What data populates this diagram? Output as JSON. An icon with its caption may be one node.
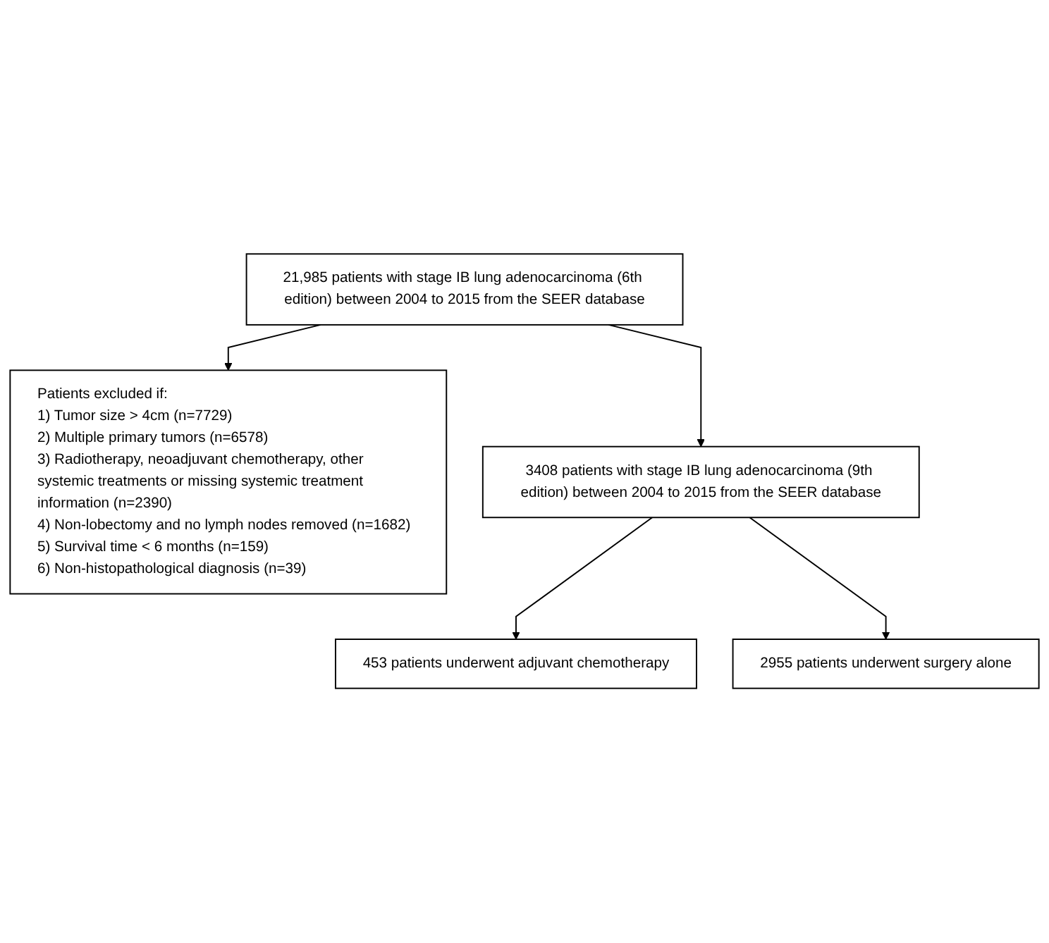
{
  "diagram": {
    "nodes": [
      {
        "text": [
          "21,985 patients with stage IB lung adenocarcinoma (6th edition) between 2004 to 2015 from the SEER database"
        ]
      },
      {
        "text": [
          "Patients excluded if:",
          "1) Tumor size > 4cm (n=7729)",
          "2) Multiple primary tumors (n=6578)",
          "3) Radiotherapy, neoadjuvant chemotherapy, other systemic treatments or missing systemic treatment information (n=2390)",
          "4) Non-lobectomy and no lymph nodes removed (n=1682)",
          "5) Survival time < 6 months (n=159)",
          "6) Non-histopathological diagnosis (n=39)"
        ]
      },
      {
        "text": [
          "3408 patients with stage IB lung adenocarcinoma (9th edition) between 2004 to 2015 from the SEER database"
        ]
      },
      {
        "text": [
          "453 patients underwent adjuvant chemotherapy"
        ]
      },
      {
        "text": [
          "2955 patients underwent surgery alone"
        ]
      }
    ],
    "edges": [
      {
        "from": 0,
        "to": 2,
        "arrow": "to"
      },
      {
        "from": 0,
        "to": 1,
        "arrow": "to"
      },
      {
        "from": 2,
        "to": 3,
        "arrow": "to"
      },
      {
        "from": 2,
        "to": 4,
        "arrow": "to"
      }
    ]
  }
}
